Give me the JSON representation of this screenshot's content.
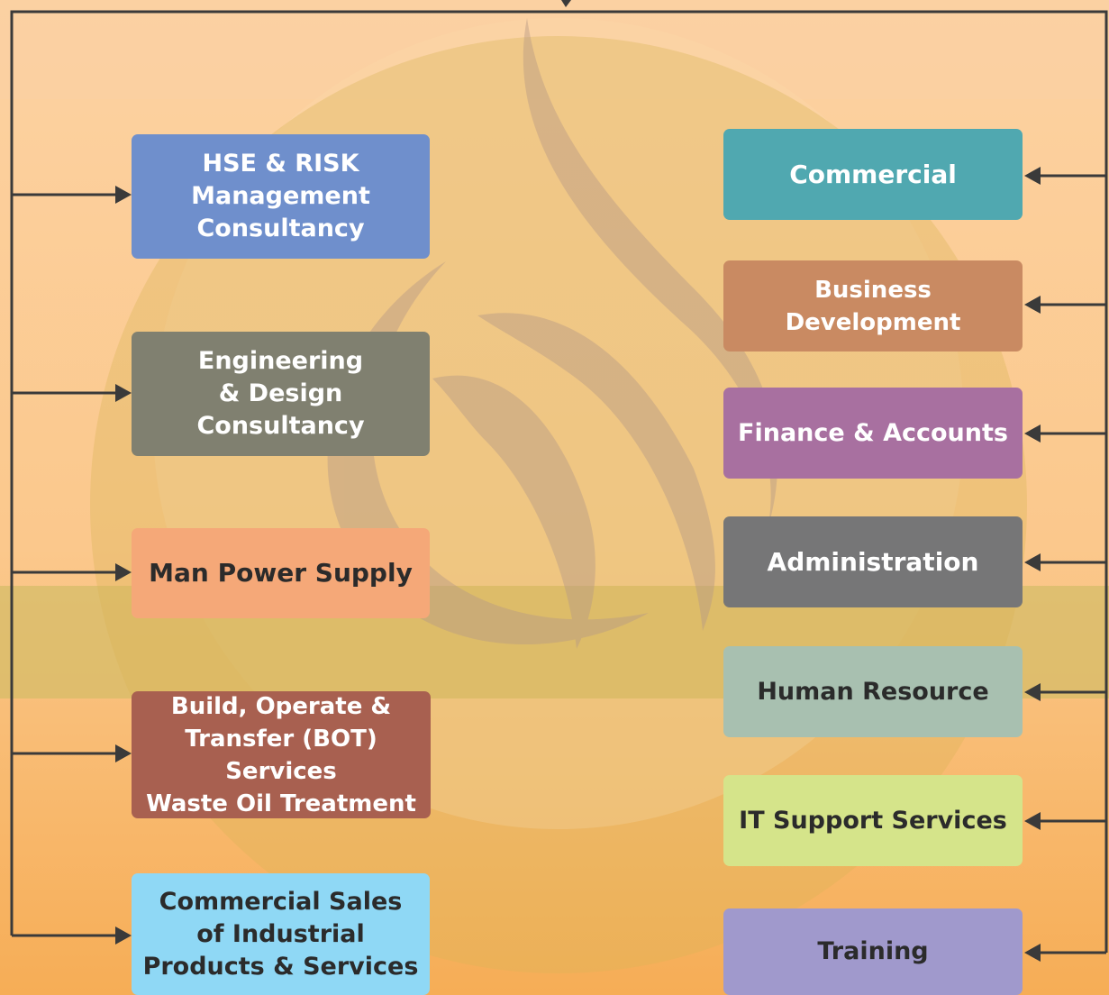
{
  "left_units": [
    {
      "label": "HSE & RISK\nManagement\nConsultancy",
      "color": "#6f8fcc",
      "text_tone": "light"
    },
    {
      "label": "Engineering\n& Design\nConsultancy",
      "color": "#808070",
      "text_tone": "light"
    },
    {
      "label": "Man Power Supply",
      "color": "#f5a878",
      "text_tone": "dark"
    },
    {
      "label": "Build, Operate &\nTransfer (BOT) Services\nWaste Oil Treatment",
      "color": "#a86050",
      "text_tone": "light"
    },
    {
      "label": "Commercial Sales\nof Industrial\nProducts & Services",
      "color": "#8fd8f5",
      "text_tone": "dark"
    }
  ],
  "right_units": [
    {
      "label": "Commercial",
      "color": "#50a8b0",
      "text_tone": "light"
    },
    {
      "label": "Business Development",
      "color": "#c98a62",
      "text_tone": "light"
    },
    {
      "label": "Finance & Accounts",
      "color": "#a870a0",
      "text_tone": "light"
    },
    {
      "label": "Administration",
      "color": "#767677",
      "text_tone": "light"
    },
    {
      "label": "Human Resource",
      "color": "#a8c0b0",
      "text_tone": "dark"
    },
    {
      "label": "IT Support Services",
      "color": "#d5e48a",
      "text_tone": "dark"
    },
    {
      "label": "Training",
      "color": "#a099cc",
      "text_tone": "dark"
    }
  ],
  "colors": {
    "line": "#3a3a3a",
    "bg_top": "#fbd3a4",
    "bg_mid": "#fbc88c",
    "bg_bottom": "#f5b05a"
  }
}
